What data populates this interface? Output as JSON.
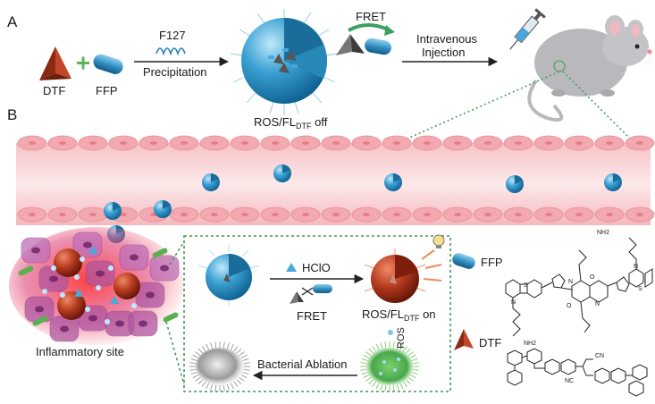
{
  "panel_a": {
    "letter": "A",
    "dtf_label": "DTF",
    "ffp_label": "FFP",
    "polymer_label": "F127",
    "step1_label": "Precipitation",
    "fret_label": "FRET",
    "nanoparticle_state": {
      "prefix": "ROS/FL",
      "subscript": "DTF",
      "suffix": " off"
    },
    "step2_line1": "Intravenous",
    "step2_line2": "Injection"
  },
  "panel_b": {
    "letter": "B",
    "site_label": "Inflammatory site",
    "hclo_label": "HClO",
    "fret_blocked_label": "FRET",
    "nanoparticle_state": {
      "prefix": "ROS/FL",
      "subscript": "DTF",
      "suffix": " on"
    },
    "ros_label": "ROS",
    "ablation_label": "Bacterial Ablation",
    "ffp_label": "FFP",
    "dtf_label": "DTF",
    "nh2_top": "NH2",
    "nh2_bottom": "NH2",
    "chem_atoms": {
      "s": "S",
      "n": "N",
      "o": "O",
      "cn": "CN",
      "nc": "NC"
    }
  },
  "colors": {
    "nanoparticle_blue": "#3aa0d2",
    "activated_red": "#b53a1e",
    "vessel_pink": "#f2a9b0",
    "mouse_gray": "#b9b9bd",
    "dashed_green": "#3f9a4e",
    "dtf_red": "#b23a1b"
  }
}
